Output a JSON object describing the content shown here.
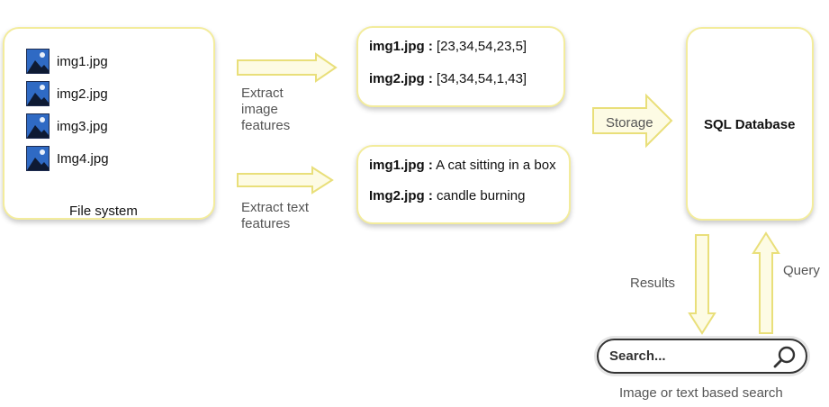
{
  "file_system": {
    "label": "File system",
    "files": [
      "img1.jpg",
      "img2.jpg",
      "img3.jpg",
      "Img4.jpg"
    ]
  },
  "arrows": {
    "extract_image": "Extract\nimage\nfeatures",
    "extract_text": "Extract text\nfeatures",
    "storage": "Storage",
    "results": "Results",
    "query": "Query"
  },
  "image_features": [
    {
      "name": "img1.jpg :",
      "value": " [23,34,54,23,5]"
    },
    {
      "name": "img2.jpg :",
      "value": " [34,34,54,1,43]"
    }
  ],
  "text_features": [
    {
      "name": "img1.jpg :",
      "value": " A cat sitting in a box"
    },
    {
      "name": "Img2.jpg :",
      "value": " candle burning"
    }
  ],
  "database": {
    "label": "SQL Database"
  },
  "search": {
    "placeholder": "Search...",
    "caption": "Image or text based search"
  },
  "colors": {
    "box_border": "#f3ec9c",
    "arrow_fill": "#fdfbe4",
    "arrow_stroke": "#e9df7a",
    "icon_blue": "#2458a8"
  }
}
